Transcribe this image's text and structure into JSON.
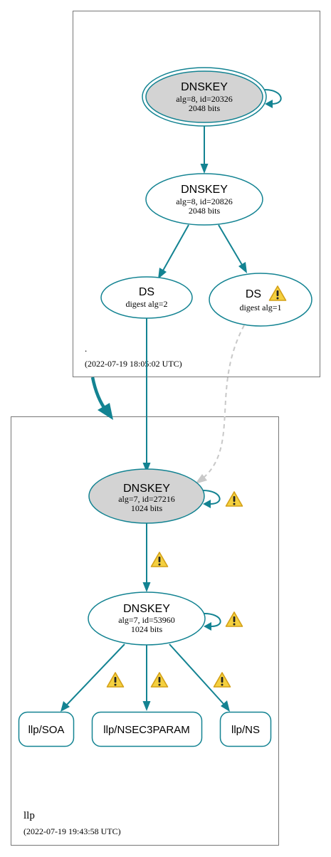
{
  "zones": {
    "root": {
      "name": ".",
      "timestamp": "(2022-07-19 18:05:02 UTC)"
    },
    "llp": {
      "name": "llp",
      "timestamp": "(2022-07-19 19:43:58 UTC)"
    }
  },
  "nodes": {
    "root_ksk": {
      "title": "DNSKEY",
      "line1": "alg=8, id=20326",
      "line2": "2048 bits"
    },
    "root_zsk": {
      "title": "DNSKEY",
      "line1": "alg=8, id=20826",
      "line2": "2048 bits"
    },
    "ds_2": {
      "title": "DS",
      "line1": "digest alg=2"
    },
    "ds_1": {
      "title": "DS",
      "line1": "digest alg=1"
    },
    "llp_ksk": {
      "title": "DNSKEY",
      "line1": "alg=7, id=27216",
      "line2": "1024 bits"
    },
    "llp_zsk": {
      "title": "DNSKEY",
      "line1": "alg=7, id=53960",
      "line2": "1024 bits"
    },
    "rr_soa": {
      "label": "llp/SOA"
    },
    "rr_nsec3param": {
      "label": "llp/NSEC3PARAM"
    },
    "rr_ns": {
      "label": "llp/NS"
    }
  },
  "colors": {
    "edge": "#138392",
    "node_fill_gray": "#d3d3d3",
    "warning_fill": "#f4d03f",
    "warning_border": "#d4a017",
    "insecure_edge": "#c8c8c8",
    "zone_border": "#777777"
  },
  "icons": [
    "warning-icon"
  ]
}
